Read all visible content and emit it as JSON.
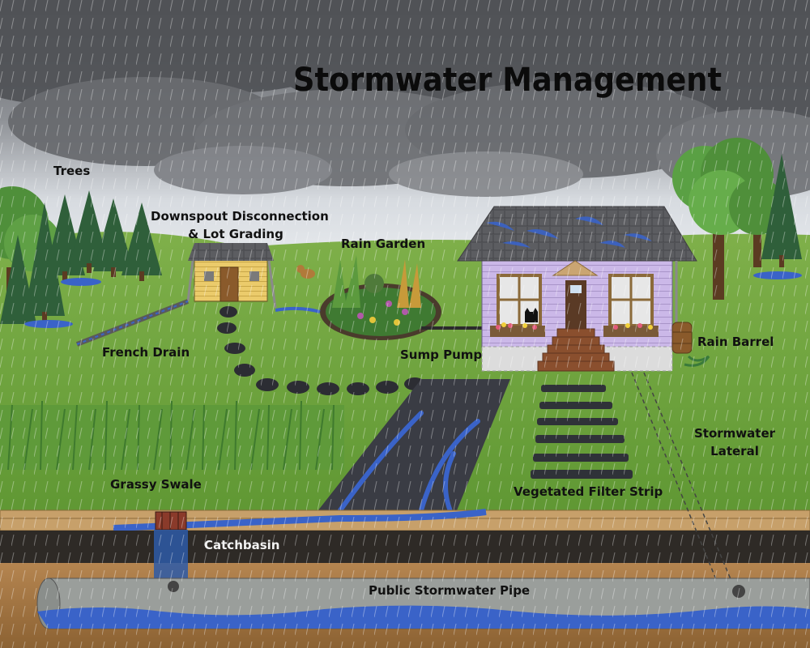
{
  "title": "Stormwater Management",
  "labels": {
    "trees": "Trees",
    "downspout_line1": "Downspout Disconnection",
    "downspout_line2": "& Lot Grading",
    "rain_garden": "Rain Garden",
    "french_drain": "French Drain",
    "sump_pump": "Sump Pump",
    "rain_barrel": "Rain Barrel",
    "stormwater_lateral_line1": "Stormwater",
    "stormwater_lateral_line2": "Lateral",
    "grassy_swale": "Grassy Swale",
    "vegetated_filter_strip": "Vegetated Filter Strip",
    "catchbasin": "Catchbasin",
    "public_stormwater_pipe": "Public Stormwater Pipe"
  },
  "colors": {
    "sky_storm": "#6d6f73",
    "grass": "#6ea33c",
    "house_wall": "#c9b6e6",
    "roof": "#5f5f62",
    "shed_wall": "#e8c86a",
    "water": "#3a63c8",
    "pavement": "#3a3c44",
    "soil": "#a97a45",
    "pipe": "#9a9e9b"
  }
}
